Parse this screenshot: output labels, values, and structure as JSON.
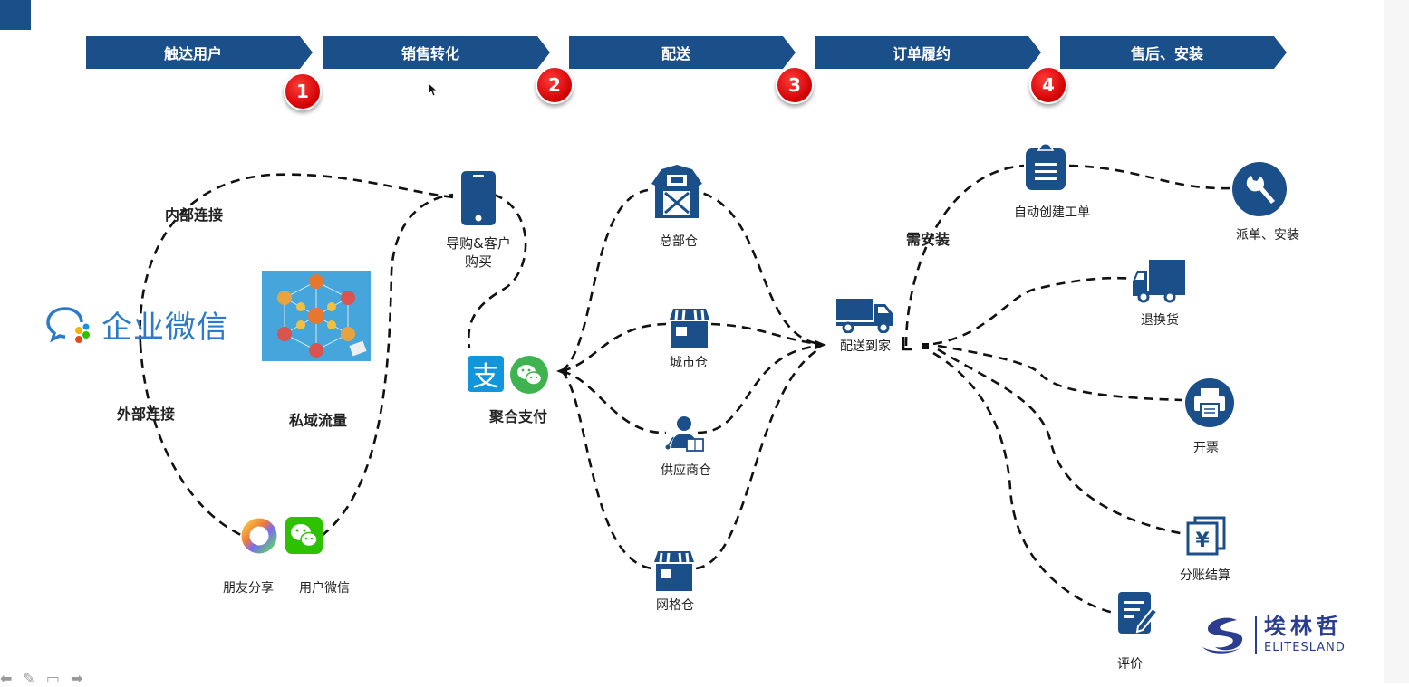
{
  "stages": [
    {
      "label": "触达用户",
      "step": "1"
    },
    {
      "label": "销售转化",
      "step": "2"
    },
    {
      "label": "配送",
      "step": "3"
    },
    {
      "label": "订单履约",
      "step": "4"
    },
    {
      "label": "售后、安装",
      "step": ""
    }
  ],
  "reach": {
    "wecom_logo_text": "企业微信",
    "internal_link": "内部连接",
    "external_link": "外部连接",
    "private_traffic": "私域流量",
    "moments": "朋友分享",
    "user_wechat": "用户微信"
  },
  "sales": {
    "guide_purchase": "导购&客户\n购买",
    "aggregate_pay": "聚合支付",
    "alipay_glyph": "支"
  },
  "warehouses": [
    {
      "label": "总部仓"
    },
    {
      "label": "城市仓"
    },
    {
      "label": "供应商仓"
    },
    {
      "label": "网格仓"
    }
  ],
  "delivery": {
    "label": "配送到家"
  },
  "fulfillment": {
    "need_install": "需安装",
    "auto_work_order": "自动创建工单",
    "dispatch_install": "派单、安装",
    "return_exchange": "退换货",
    "invoice": "开票",
    "settlement": "分账结算",
    "review": "评价"
  },
  "brand": {
    "cn": "埃林哲",
    "en": "ELITESLAND"
  },
  "colors": {
    "primary": "#1b4f8a",
    "step_red": "#d00000",
    "wecom_blue": "#2d7bc8",
    "wechat_green": "#2dc100",
    "alipay_blue": "#1296db"
  }
}
